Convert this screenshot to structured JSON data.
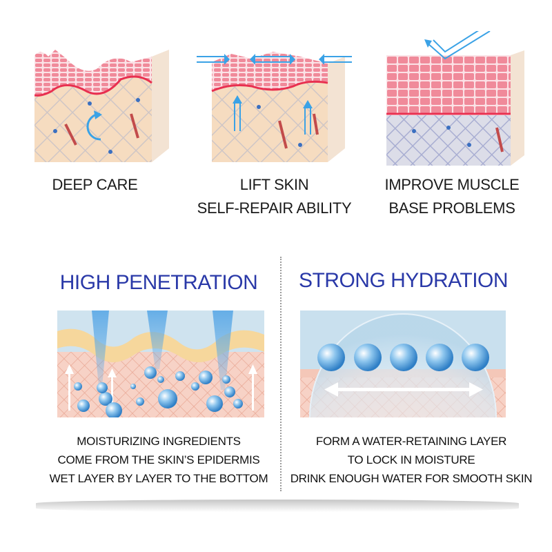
{
  "top_row": [
    {
      "caption_lines": [
        "DEEP CARE"
      ],
      "icon": "circular-arrow-icon"
    },
    {
      "caption_lines": [
        "LIFT SKIN",
        "SELF-REPAIR ABILITY"
      ],
      "icon": "up-arrows-icon"
    },
    {
      "caption_lines": [
        "IMPROVE MUSCLE",
        "BASE PROBLEMS"
      ],
      "icon": "check-arrow-icon"
    }
  ],
  "left_panel": {
    "heading": "HIGH PENETRATION",
    "description_lines": [
      "MOISTURIZING INGREDIENTS",
      "COME FROM THE SKIN’S EPIDERMIS",
      "WET LAYER BY LAYER TO THE BOTTOM"
    ]
  },
  "right_panel": {
    "heading": "STRONG HYDRATION",
    "description_lines": [
      "FORM A WATER-RETAINING LAYER",
      "TO LOCK IN MOISTURE",
      "DRINK ENOUGH WATER FOR SMOOTH SKIN"
    ]
  },
  "colors": {
    "heading": "#2a39a8",
    "arrow": "#3a9fe0",
    "epidermis": "#f08a9a",
    "dermis": "#f6dcc0"
  }
}
